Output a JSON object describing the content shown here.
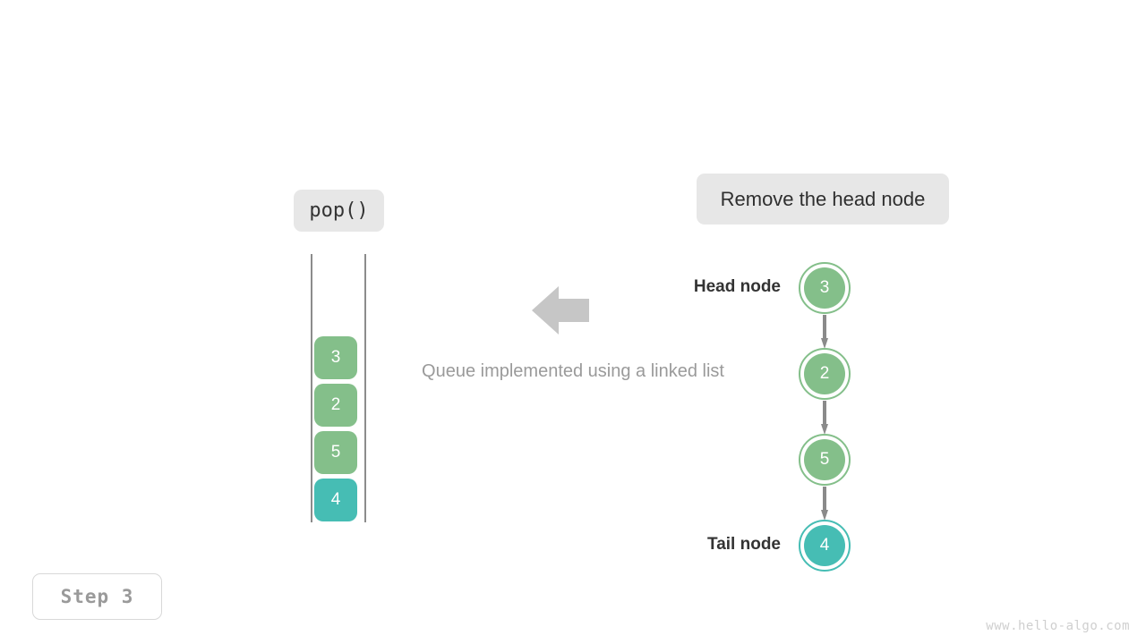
{
  "operation_label": "pop()",
  "action_label": "Remove the head node",
  "caption": "Queue implemented using a linked list",
  "step_badge": "Step 3",
  "watermark": "www.hello-algo.com",
  "colors": {
    "green": "#84bf8a",
    "teal": "#46bdb4",
    "chip_bg": "#e7e7e7",
    "arrow_gray": "#c6c6c6",
    "connector_gray": "#8a8a8a",
    "caption_gray": "#9a9a9a"
  },
  "queue": {
    "name": "array-queue",
    "cells": [
      {
        "value": "3",
        "color": "green"
      },
      {
        "value": "2",
        "color": "green"
      },
      {
        "value": "5",
        "color": "green"
      },
      {
        "value": "4",
        "color": "teal"
      }
    ]
  },
  "linked_list": {
    "head_label": "Head node",
    "tail_label": "Tail node",
    "nodes": [
      {
        "value": "3",
        "color": "green"
      },
      {
        "value": "2",
        "color": "green"
      },
      {
        "value": "5",
        "color": "green"
      },
      {
        "value": "4",
        "color": "teal"
      }
    ]
  },
  "icons": {
    "transform_arrow": "arrow-left-icon",
    "connector": "arrow-down-icon"
  }
}
